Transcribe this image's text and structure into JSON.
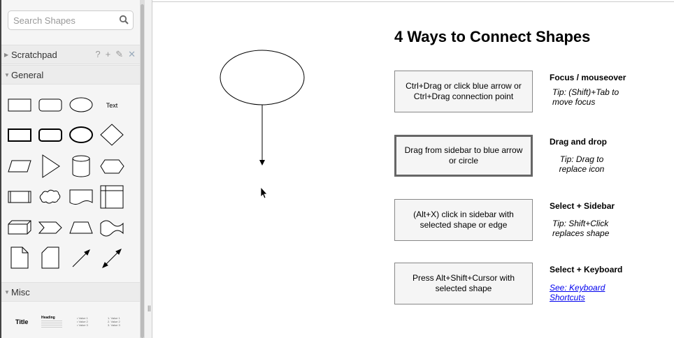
{
  "sidebar": {
    "search_placeholder": "Search Shapes",
    "scratchpad": "Scratchpad",
    "scratchpad_icons": {
      "help": "?",
      "add": "+",
      "edit": "✎",
      "close": "✕"
    },
    "general": "General",
    "text_shape": "Text",
    "misc": "Misc",
    "misc_items": {
      "title": "Title",
      "heading": "Heading",
      "list1": "• Value 1\n• Value 2\n• Value 3",
      "list2": "1. Value 1\n2. Value 2\n3. Value 3"
    }
  },
  "canvas": {
    "title": "4 Ways to Connect Shapes",
    "steps": [
      {
        "box": "Ctrl+Drag or click blue arrow or Ctrl+Drag connection point",
        "label": "Focus / mouseover",
        "tip": "Tip: (Shift)+Tab to move focus"
      },
      {
        "box": "Drag from sidebar to blue arrow or circle",
        "label": "Drag and drop",
        "tip": "Tip: Drag to replace icon"
      },
      {
        "box": "(Alt+X) click in sidebar with selected shape or edge",
        "label": "Select + Sidebar",
        "tip": "Tip: Shift+Click replaces shape"
      },
      {
        "box": "Press Alt+Shift+Cursor with selected shape",
        "label": "Select + Keyboard",
        "tip": "See: Keyboard Shortcuts"
      }
    ]
  }
}
